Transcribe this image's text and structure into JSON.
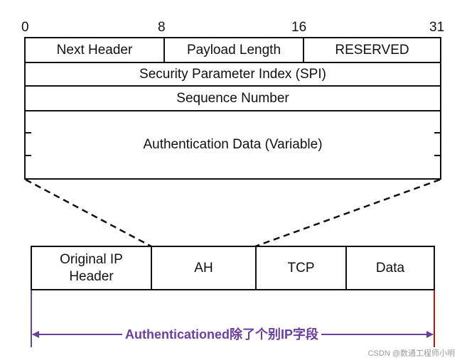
{
  "bit_positions": [
    "0",
    "8",
    "16",
    "31"
  ],
  "ah_header": {
    "row1": [
      "Next Header",
      "Payload Length",
      "RESERVED"
    ],
    "spi": "Security Parameter Index (SPI)",
    "sequence": "Sequence Number",
    "auth_data": "Authentication Data (Variable)"
  },
  "packet": {
    "fields": [
      "Original IP\nHeader",
      "AH",
      "TCP",
      "Data"
    ]
  },
  "range": {
    "label": "Authenticationed除了个别IP字段",
    "color": "#6b3fa0"
  },
  "watermark": "CSDN @数通工程师小明"
}
